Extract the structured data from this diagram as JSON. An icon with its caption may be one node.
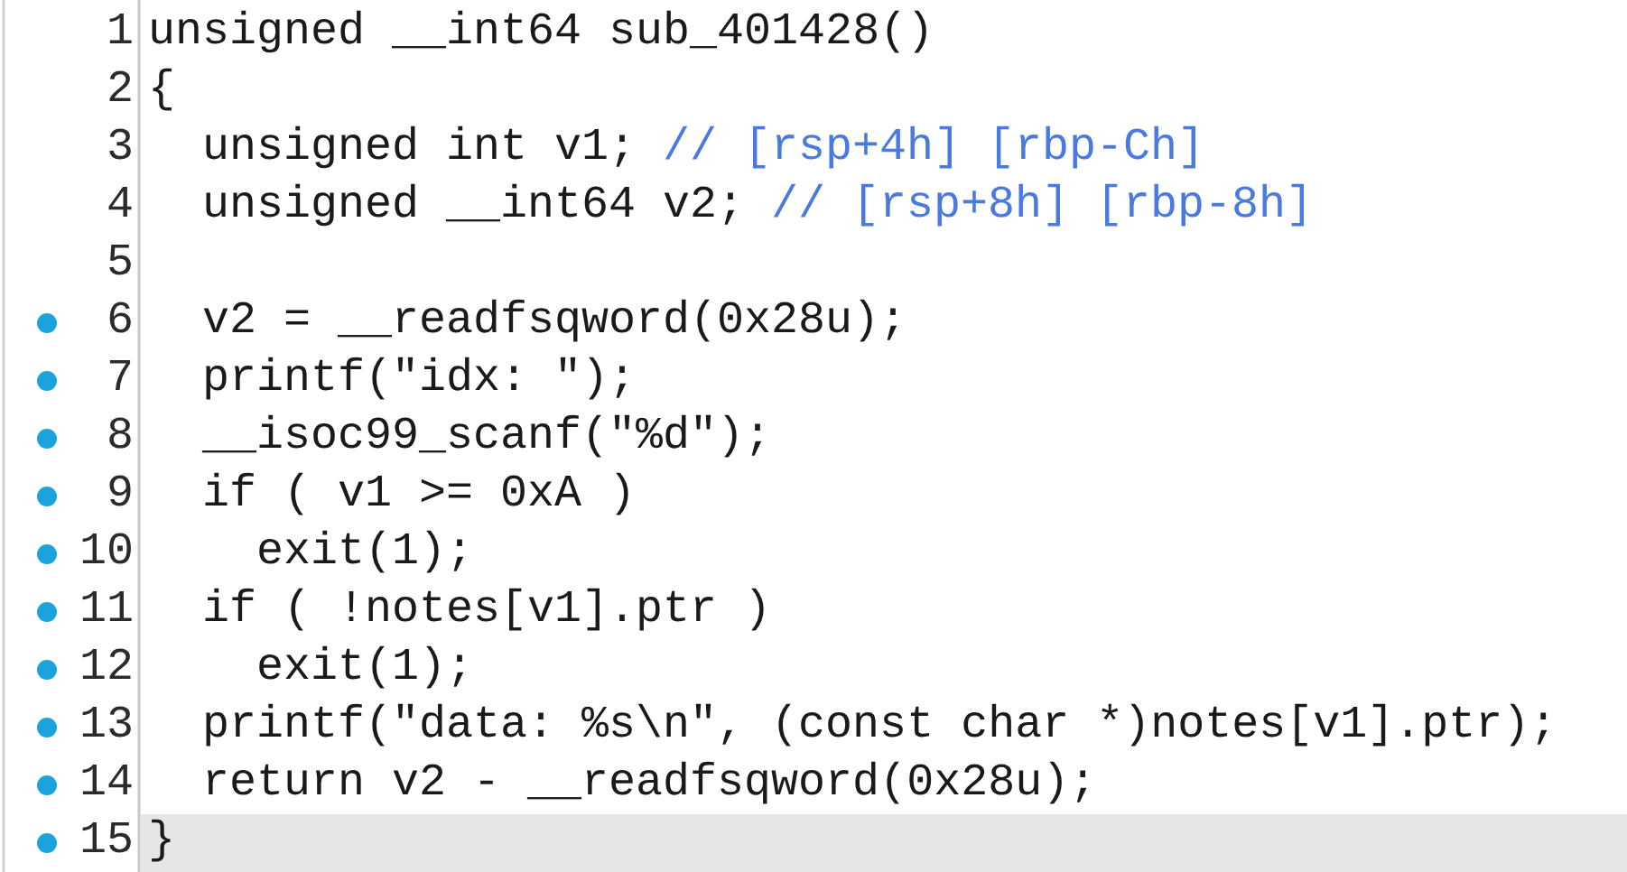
{
  "diagram": {
    "labels": [
      "1",
      "unsigned __int64 sub_401428()",
      "2",
      "{",
      "3",
      "unsigned int v1;",
      "// [rsp+4h] [rbp-Ch]",
      "4",
      "unsigned __int64 v2;",
      "// [rsp+8h] [rbp-8h]",
      "5",
      "6",
      "v2 = __readfsqword(0x28u);",
      "7",
      "printf(\"idx: \");",
      "8",
      "__isoc99_scanf(\"%d\");",
      "9",
      "if ( v1 >= 0xA )",
      "10",
      "exit(1);",
      "11",
      "if ( !notes[v1].ptr )",
      "12",
      "exit(1);",
      "13",
      "printf(\"data: %s\\n\", (const char *)notes[v1].ptr);",
      "14",
      "return v2 - __readfsqword(0x28u);",
      "15",
      "}"
    ]
  }
}
